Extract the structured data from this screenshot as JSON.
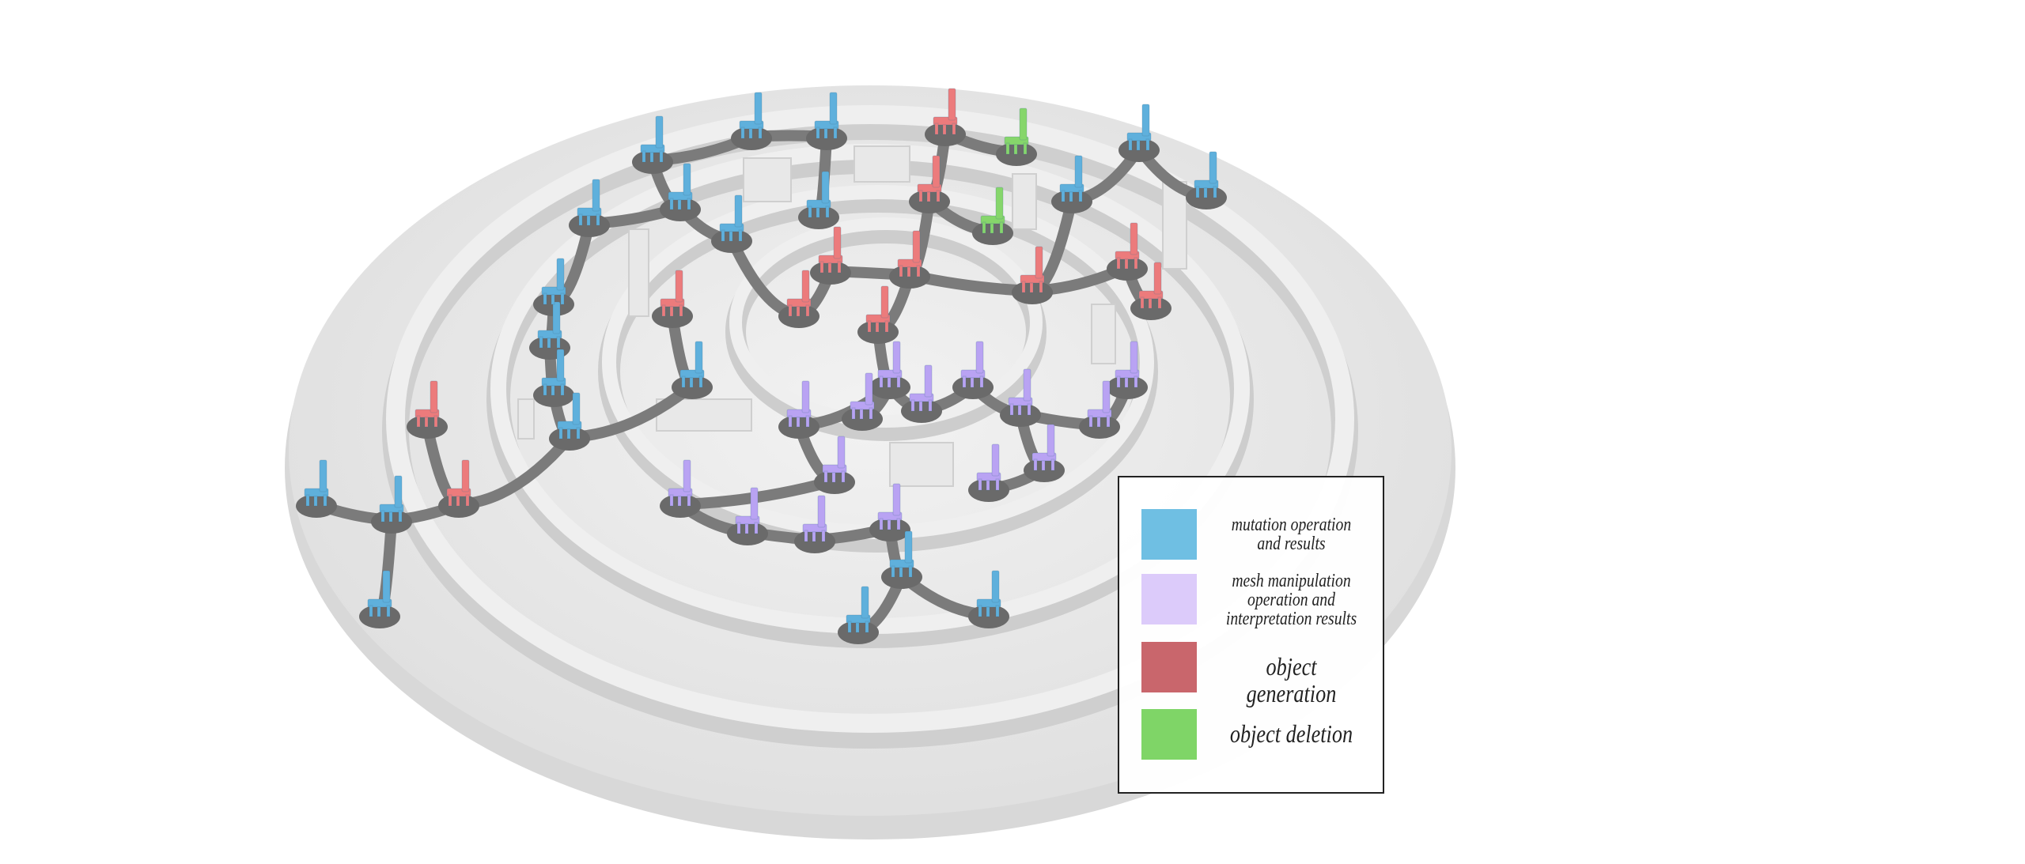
{
  "legend": {
    "items": [
      {
        "lines": [
          "mutation operation",
          "and results"
        ],
        "color": "#6fbfe3"
      },
      {
        "lines": [
          "mesh manipulation",
          "operation and",
          "interpretation results"
        ],
        "color": "#dccbfa"
      },
      {
        "lines": [
          "object generation"
        ],
        "color": "#c9666c"
      },
      {
        "lines": [
          "object deletion"
        ],
        "color": "#7fd567"
      }
    ]
  },
  "colors": {
    "mutation": "#5fb0dc",
    "mesh": "#b9a3f3",
    "generation": "#ec7b7c",
    "deletion": "#86d66b",
    "pedestal": "#6a6a6a",
    "branch": "#7b7b7b",
    "maze": "#e6e6e6"
  }
}
